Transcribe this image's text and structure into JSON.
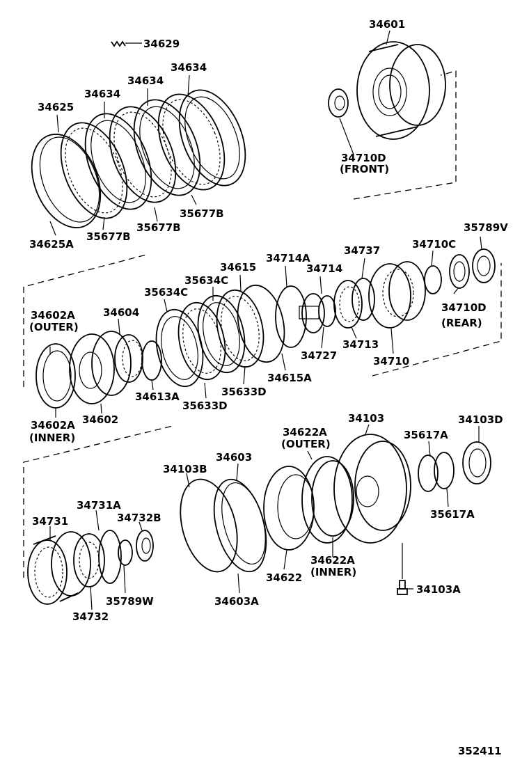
{
  "diagram_id": "352411",
  "labels": {
    "p34601": "34601",
    "p34629": "34629",
    "p34634a": "34634",
    "p34634b": "34634",
    "p34634c": "34634",
    "p34625": "34625",
    "p34710d_front": "34710D",
    "front": "(FRONT)",
    "p35677b_a": "35677B",
    "p35677b_b": "35677B",
    "p35677b_c": "35677B",
    "p34625a": "34625A",
    "p35789v": "35789V",
    "p34710c": "34710C",
    "p34737": "34737",
    "p34714a": "34714A",
    "p34714": "34714",
    "p34615": "34615",
    "p35634c_a": "35634C",
    "p35634c_b": "35634C",
    "p34602a_outer": "34602A",
    "outer1": "(OUTER)",
    "p34604": "34604",
    "p34710d_rear": "34710D",
    "rear": "(REAR)",
    "p34713": "34713",
    "p34727": "34727",
    "p34710": "34710",
    "p34615a": "34615A",
    "p35633d_a": "35633D",
    "p34613a": "34613A",
    "p35633d_b": "35633D",
    "p34602a_inner": "34602A",
    "inner1": "(INNER)",
    "p34602": "34602",
    "p34622a_outer": "34622A",
    "outer2": "(OUTER)",
    "p34103": "34103",
    "p34103d": "34103D",
    "p35617a_a": "35617A",
    "p34103b": "34103B",
    "p34603": "34603",
    "p34731a": "34731A",
    "p34732b": "34732B",
    "p34731": "34731",
    "p35617a_b": "35617A",
    "p34622a_inner": "34622A",
    "inner2": "(INNER)",
    "p34622": "34622",
    "p34103a": "34103A",
    "p35789w": "35789W",
    "p34603a": "34603A",
    "p34732": "34732"
  }
}
